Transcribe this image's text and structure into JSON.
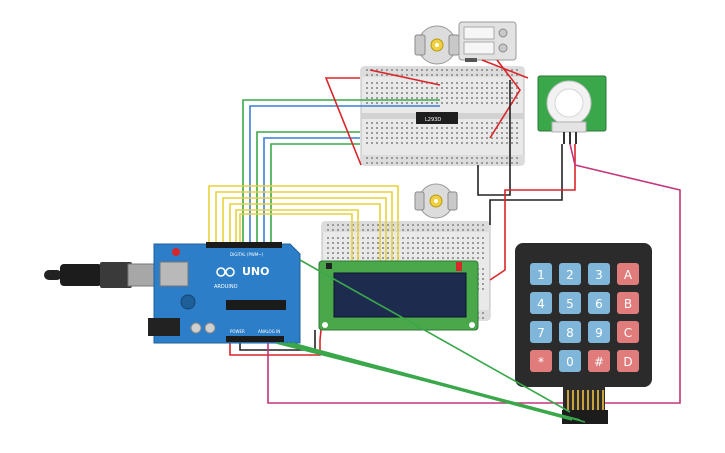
{
  "arduino": {
    "model": "UNO",
    "brand": "ARDUINO",
    "digital_label": "DIGITAL (PWM~)",
    "power_label": "POWER",
    "analog_label": "ANALOG IN"
  },
  "driver_ic": {
    "label": "L293D"
  },
  "keypad": {
    "keys": [
      [
        "1",
        "2",
        "3",
        "A"
      ],
      [
        "4",
        "5",
        "6",
        "B"
      ],
      [
        "7",
        "8",
        "9",
        "C"
      ],
      [
        "*",
        "0",
        "#",
        "D"
      ]
    ],
    "colors": {
      "number": "#7fb6d9",
      "letter": "#e07c7c",
      "body": "#2b2b2b"
    }
  },
  "colors": {
    "wire_yellow": "#e8d13a",
    "wire_green": "#3aa84a",
    "wire_blue": "#3a7fd6",
    "wire_red": "#d8262a",
    "wire_black": "#222222",
    "wire_magenta": "#c2357a",
    "arduino": "#2b7ec7",
    "lcd_board": "#4aa84a",
    "lcd_screen": "#1d2b4f",
    "pir_board": "#3aa84a"
  },
  "icons": [
    "usb-cable-icon",
    "motor-icon",
    "battery-icon",
    "pir-sensor-icon"
  ]
}
